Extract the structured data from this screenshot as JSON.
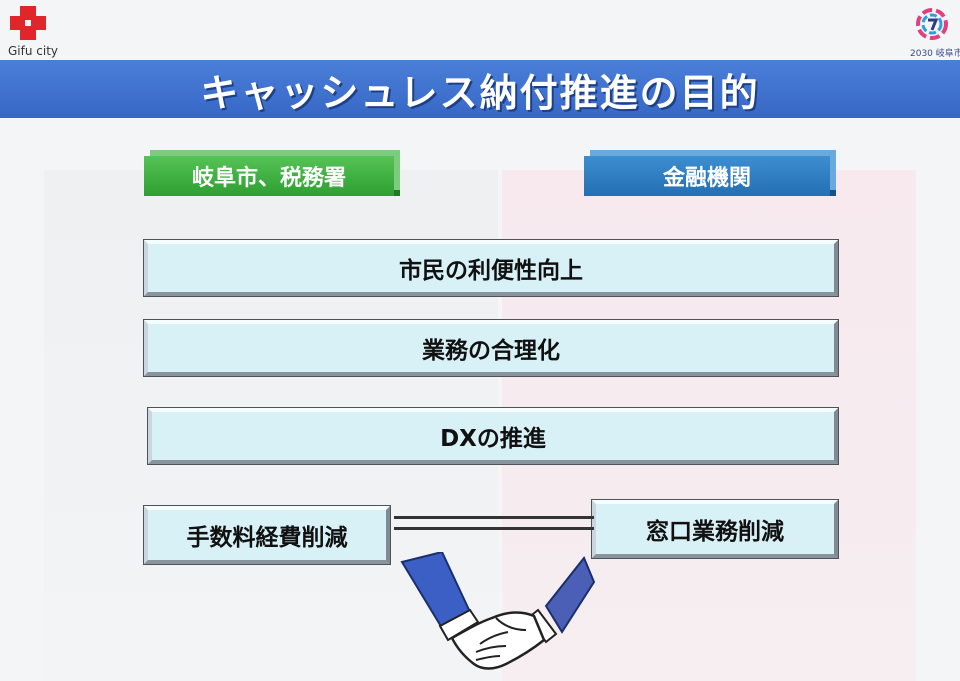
{
  "logo_left": {
    "text": "Gifu city",
    "color": "#e0262b"
  },
  "logo_right": {
    "text": "2030 岐阜市"
  },
  "title": "キャッシュレス納付推進の目的",
  "left_label": "岐阜市、税務署",
  "right_label": "金融機関",
  "shared_goals": [
    "市民の利便性向上",
    "業務の合理化",
    "DXの推進"
  ],
  "left_benefit": "手数料経費削減",
  "right_benefit": "窓口業務削減",
  "colors": {
    "title_bar": "#3767c6",
    "left_tag": "#2f9f32",
    "right_tag": "#236fb3",
    "goal_fill": "#d8f1f7"
  }
}
